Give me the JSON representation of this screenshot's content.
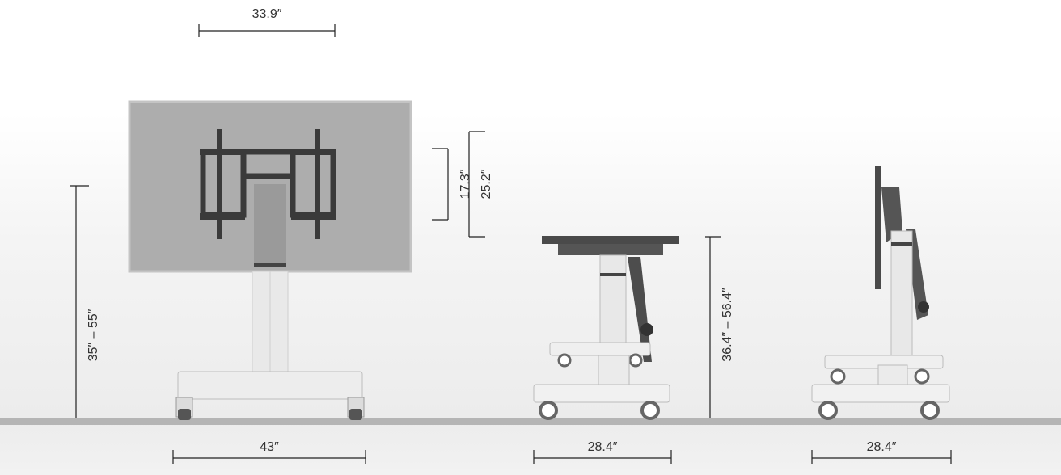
{
  "dimensions": {
    "top_width": "33.9″",
    "height_range_front": "35″ – 55″",
    "vesa_height_inner": "17.3″",
    "vesa_height_outer": "25.2″",
    "base_width_front": "43″",
    "height_range_side": "36.4″ – 56.4″",
    "base_depth_table": "28.4″",
    "base_depth_side": "28.4″"
  },
  "colors": {
    "line": "#222222",
    "floor": "#b5b5b5",
    "screen": "#adadad",
    "mount": "#3a3a3a",
    "frame": "#eeeeee"
  }
}
